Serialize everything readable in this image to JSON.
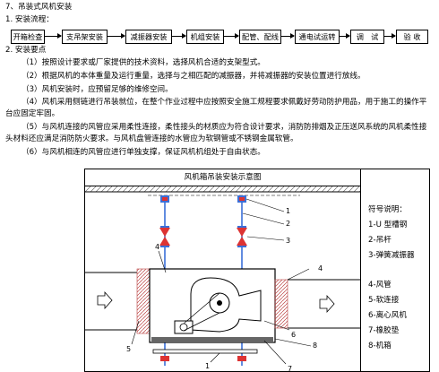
{
  "section_title": "7、吊装式风机安装",
  "item1": "1.    安装流程：",
  "flow_steps": [
    "开箱检查",
    "支吊架安装",
    "减振器安装",
    "机组安装",
    "配管、配线",
    "通电试运转",
    "调　试",
    "验 收"
  ],
  "item2": "2.    安装要点",
  "points": [
    "（1）按照设计要求或厂家提供的技术资料，选择风机合适的支架型式。",
    "（2）根据风机的本体重量及运行重量，选择与之相匹配的减振器，并将减振器的安装位置进行放线。",
    "（3）风机安装时，应预留足够的维修空间。",
    "（4）风机采用侧链进行吊装就位，在整个作业过程中应按照安全施工规程要求佩戴好劳动防护用品，用于施工的操作平台应固定牢固。",
    "（5）与风机连接的风管应采用柔性连接，柔性接头的材质应为符合设计要求，消防防排烟及正压送风系统的风机柔性接头材料还应满足消防防火要求。与风机盘管连接的水管应为软钢管或不锈钢金属软管。",
    "（6）与风机相连的风管应进行单独支撑，保证风机机组处于自由状态。"
  ],
  "figure": {
    "title": "风机箱吊装安装示意图",
    "legend_title": "符号说明：",
    "legend": [
      "1-U 型槽钢",
      "2-吊杆",
      "3-弹簧减振器",
      "4-风管",
      "5-软连接",
      "6-离心风机",
      "7-橡胶垫",
      "8-机箱"
    ],
    "callouts": [
      "1",
      "2",
      "3",
      "4",
      "4",
      "5",
      "6",
      "8",
      "1",
      "7"
    ]
  }
}
